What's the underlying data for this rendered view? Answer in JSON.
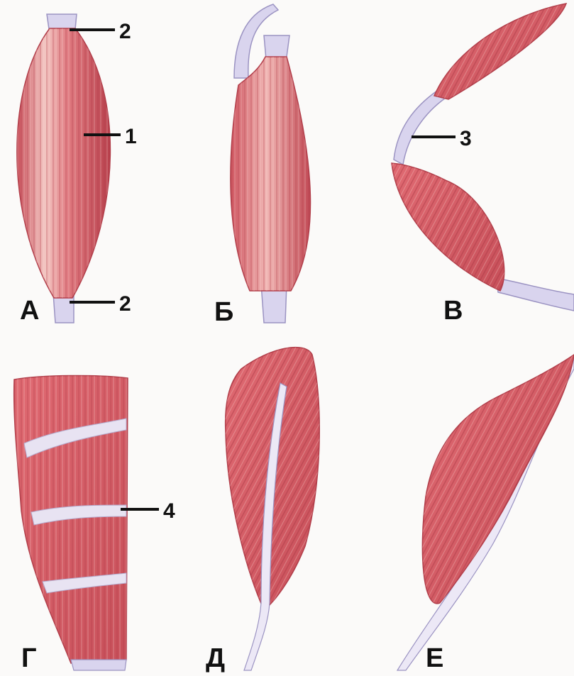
{
  "figure": {
    "letters": {
      "a": "А",
      "b": "Б",
      "v": "В",
      "g": "Г",
      "d": "Д",
      "e": "Е"
    },
    "numbers": {
      "n1": "1",
      "n2_top": "2",
      "n2_bottom": "2",
      "n3": "3",
      "n4": "4"
    }
  },
  "colors": {
    "background": "#fbfaf9",
    "muscle": "#d9606a",
    "muscle_dark": "#b8404c",
    "muscle_light": "#f4c9c7",
    "tendon": "#d9d4ee",
    "tendon_edge": "#9b93c2",
    "leader": "#111111"
  }
}
